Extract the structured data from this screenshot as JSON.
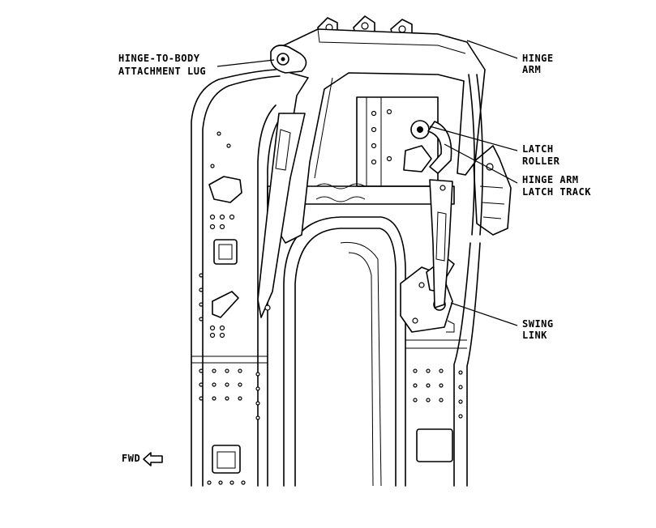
{
  "labels": {
    "hinge_to_body_line1": "HINGE-TO-BODY",
    "hinge_to_body_line2": "ATTACHMENT LUG",
    "hinge_arm_line1": "HINGE",
    "hinge_arm_line2": "ARM",
    "latch_roller_line1": "LATCH",
    "latch_roller_line2": "ROLLER",
    "latch_track_line1": "HINGE ARM",
    "latch_track_line2": "LATCH TRACK",
    "swing_link_line1": "SWING",
    "swing_link_line2": "LINK",
    "fwd": "FWD"
  },
  "icons": {
    "fwd_arrow": "arrow-left-outline-icon"
  },
  "colors": {
    "line": "#000000",
    "background": "#ffffff"
  }
}
